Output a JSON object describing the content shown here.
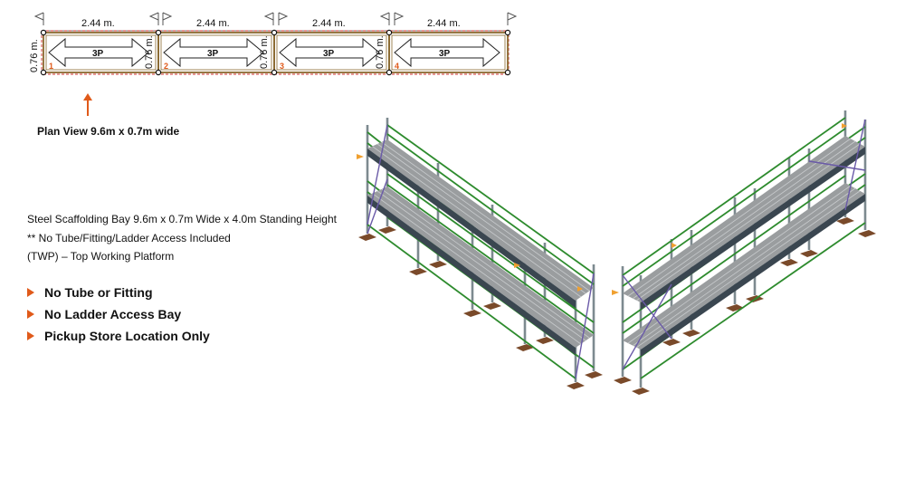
{
  "plan": {
    "bay_width_label": "2.44 m.",
    "bay_depth_label": "0.76 m.",
    "bays": [
      {
        "number": "1",
        "code": "3P",
        "side_label": "0.76 m."
      },
      {
        "number": "2",
        "code": "3P",
        "side_label": "0.76 m."
      },
      {
        "number": "3",
        "code": "3P",
        "side_label": "0.76 m."
      },
      {
        "number": "4",
        "code": "3P",
        "side_label": ""
      }
    ],
    "caption": "Plan View 9.6m x 0.7m wide"
  },
  "description": {
    "line1": "Steel Scaffolding Bay 9.6m x 0.7m Wide x 4.0m Standing Height",
    "line2": "** No Tube/Fitting/Ladder Access Included",
    "line3": "(TWP) – Top Working Platform"
  },
  "features": [
    "No Tube or Fitting",
    "No Ladder Access Bay",
    "Pickup Store Location Only"
  ],
  "colors": {
    "accent": "#e05a1a",
    "ledger_green": "#2e8b2e",
    "standard_grey": "#7d8a8f",
    "brace_purple": "#6a5aa8",
    "plank_grey": "#9a9d9f",
    "toeboard": "#3a4650",
    "baseplate": "#7a4a2a"
  },
  "icons": [
    "flag-icon",
    "arrow-up-icon",
    "triangle-bullet-icon",
    "double-arrow-icon"
  ]
}
